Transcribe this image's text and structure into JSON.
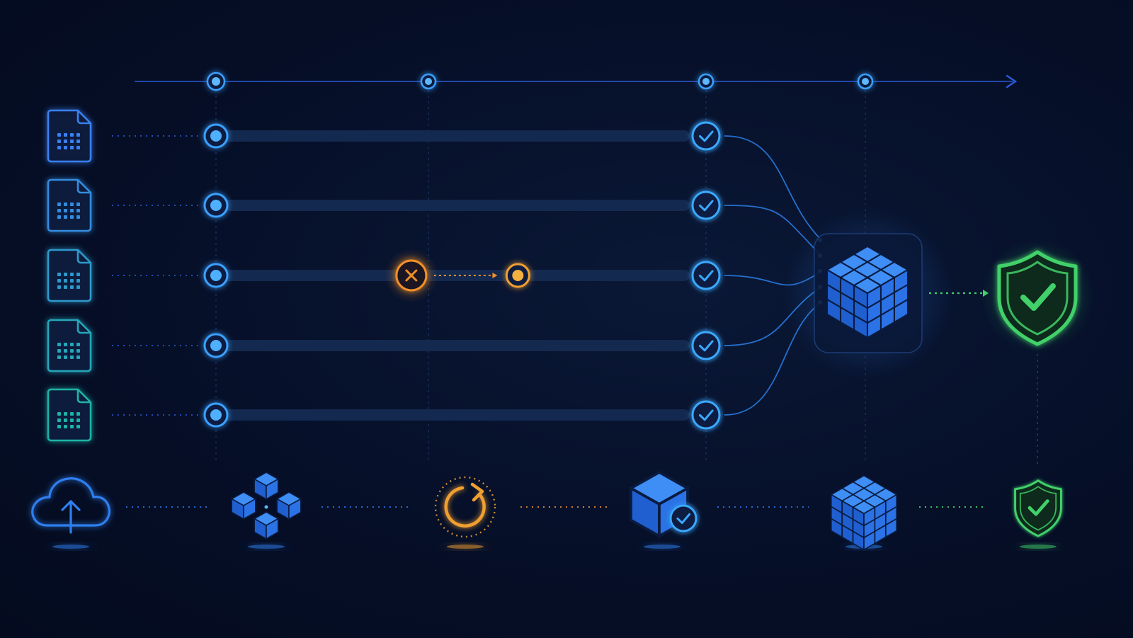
{
  "colors": {
    "background": "#050d24",
    "axis": "#2a5bd6",
    "node": "#3aa0ff",
    "progress_cyan": "#1fd0f0",
    "progress_blue": "#1e8af0",
    "track": "#13294f",
    "error": "#f0902a",
    "retry": "#f0a030",
    "success": "#42d06a",
    "cube": "#2b7ff0",
    "file_top": "#3b7ff0",
    "file_bottom": "#1fb3a6"
  },
  "timeline": {
    "stage_markers": 4,
    "arrow": true
  },
  "files": [
    {
      "icon": "document-grid-icon",
      "progress": 1.0,
      "status": "complete"
    },
    {
      "icon": "document-grid-icon",
      "progress": 1.0,
      "status": "complete"
    },
    {
      "icon": "document-grid-icon",
      "progress": 1.0,
      "status": "retried",
      "failed_at": 0.44,
      "retry_from": 0.68
    },
    {
      "icon": "document-grid-icon",
      "progress": 1.0,
      "status": "complete"
    },
    {
      "icon": "document-grid-icon",
      "progress": 1.0,
      "status": "complete"
    }
  ],
  "merge_target": {
    "icon": "cube-grid-icon"
  },
  "final_result": {
    "icon": "shield-check-icon"
  },
  "pipeline_stages": [
    {
      "icon": "cloud-upload-icon",
      "color": "#2f7ff0"
    },
    {
      "icon": "distributed-blocks-icon",
      "color": "#2f7ff0"
    },
    {
      "icon": "retry-refresh-icon",
      "color": "#f0a030"
    },
    {
      "icon": "verified-block-icon",
      "color": "#2f7ff0"
    },
    {
      "icon": "cube-grid-icon",
      "color": "#2f7ff0"
    },
    {
      "icon": "shield-check-icon",
      "color": "#42d06a"
    }
  ]
}
